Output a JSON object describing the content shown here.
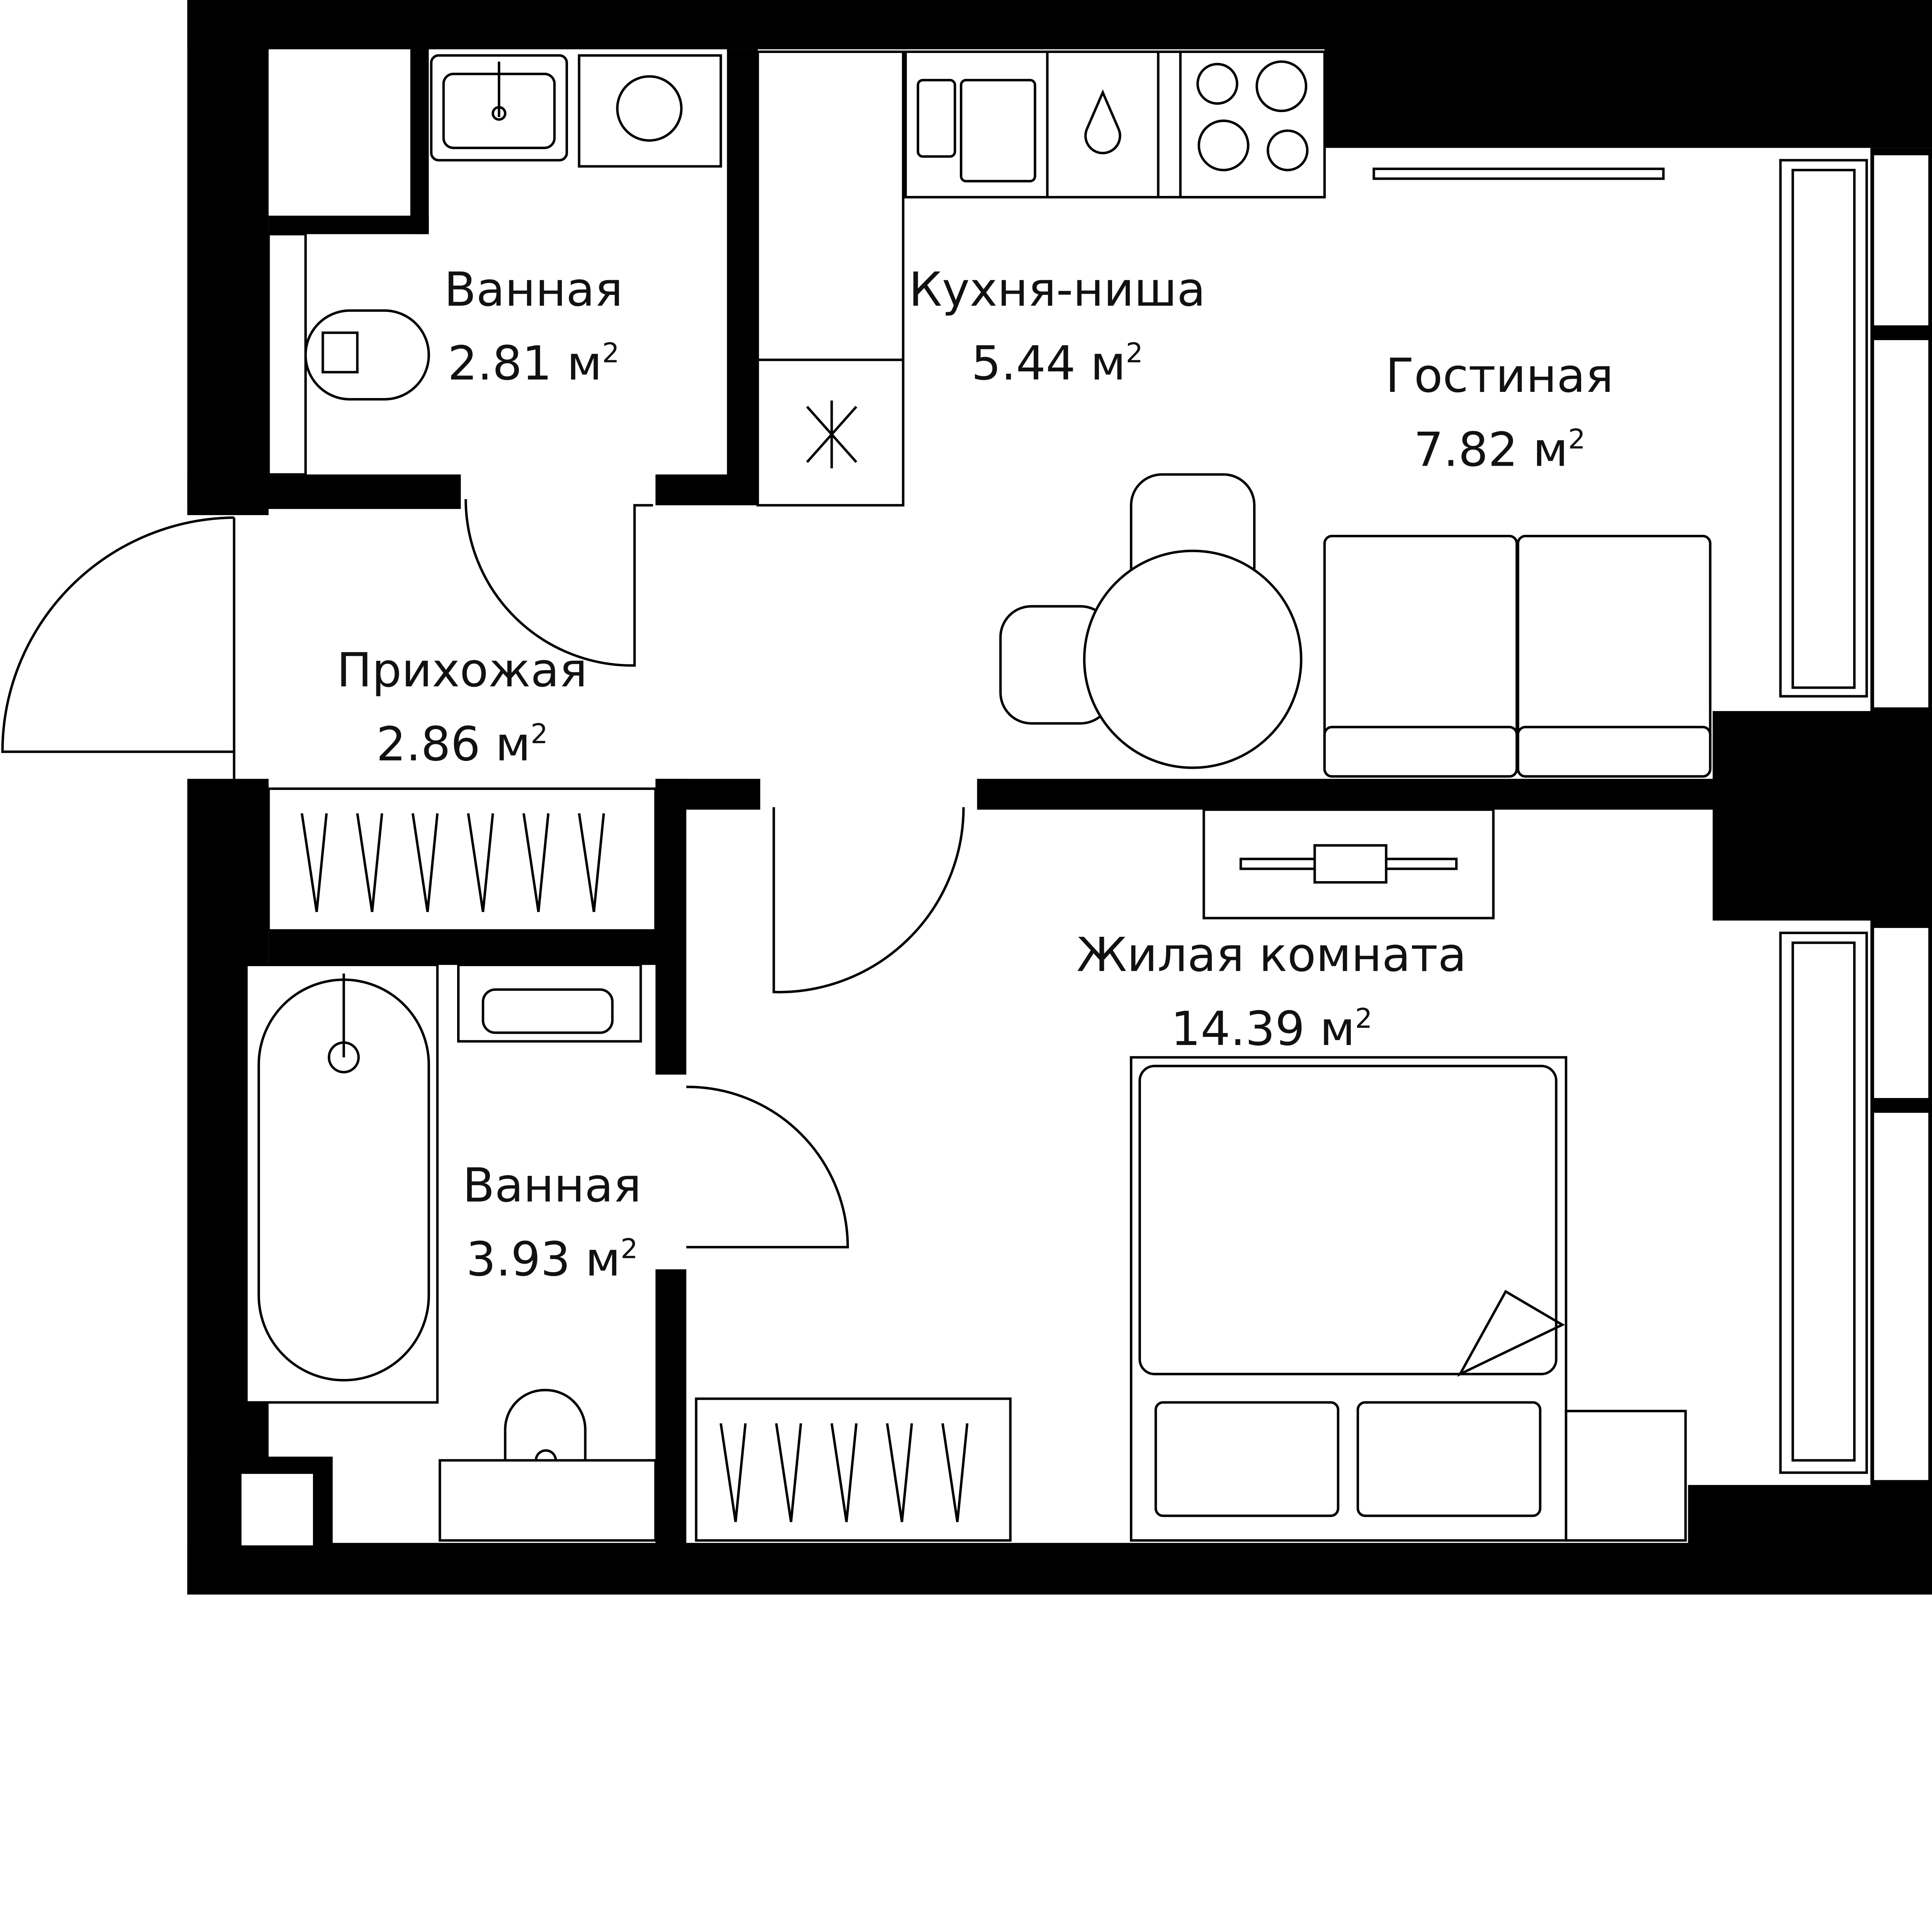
{
  "plan": {
    "unit": "м",
    "unit_sup": "2",
    "rooms": [
      {
        "id": "bath1",
        "name": "Ванная",
        "area": "2.81"
      },
      {
        "id": "kitchen",
        "name": "Кухня-ниша",
        "area": "5.44"
      },
      {
        "id": "living",
        "name": "Гостиная",
        "area": "7.82"
      },
      {
        "id": "hall",
        "name": "Прихожая",
        "area": "2.86"
      },
      {
        "id": "bedroom",
        "name": "Жилая комната",
        "area": "14.39"
      },
      {
        "id": "bath2",
        "name": "Ванная",
        "area": "3.93"
      }
    ],
    "colors": {
      "walls": "#000000",
      "background": "#ffffff",
      "lines": "#000000"
    }
  }
}
